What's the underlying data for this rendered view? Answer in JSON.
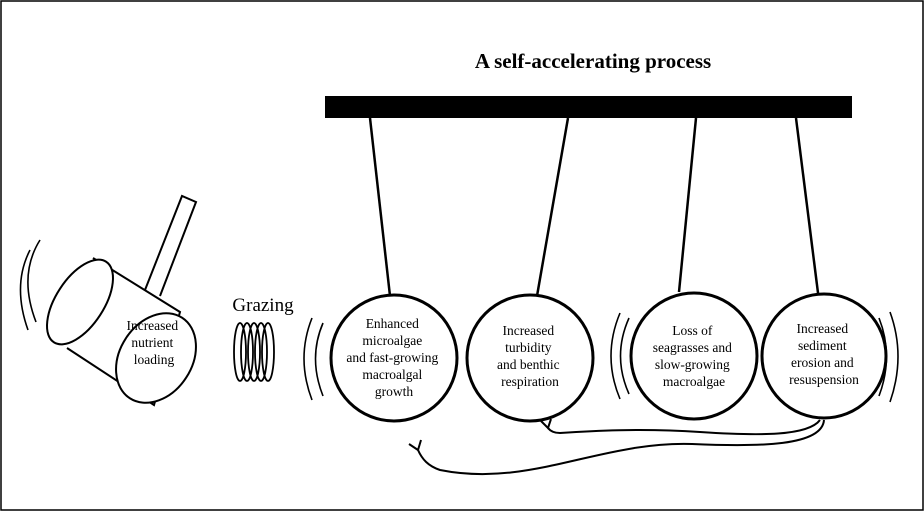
{
  "title": "A self-accelerating process",
  "grazing_label": "Grazing",
  "bucket": {
    "label_lines": [
      "Increased",
      "nutrient",
      "loading"
    ]
  },
  "balls": [
    {
      "id": "microalgae",
      "lines": [
        "Enhanced",
        "microalgae",
        "and fast-growing",
        "macroalgal",
        "growth"
      ]
    },
    {
      "id": "turbidity",
      "lines": [
        "Increased",
        "turbidity",
        "and benthic",
        "respiration"
      ]
    },
    {
      "id": "seagrass-loss",
      "lines": [
        "Loss of",
        "seagrasses and",
        "slow-growing",
        "macroalgae"
      ]
    },
    {
      "id": "erosion",
      "lines": [
        "Increased",
        "sediment",
        "erosion and",
        "resuspension"
      ]
    }
  ],
  "colors": {
    "ink": "#000000",
    "background": "#ffffff"
  }
}
